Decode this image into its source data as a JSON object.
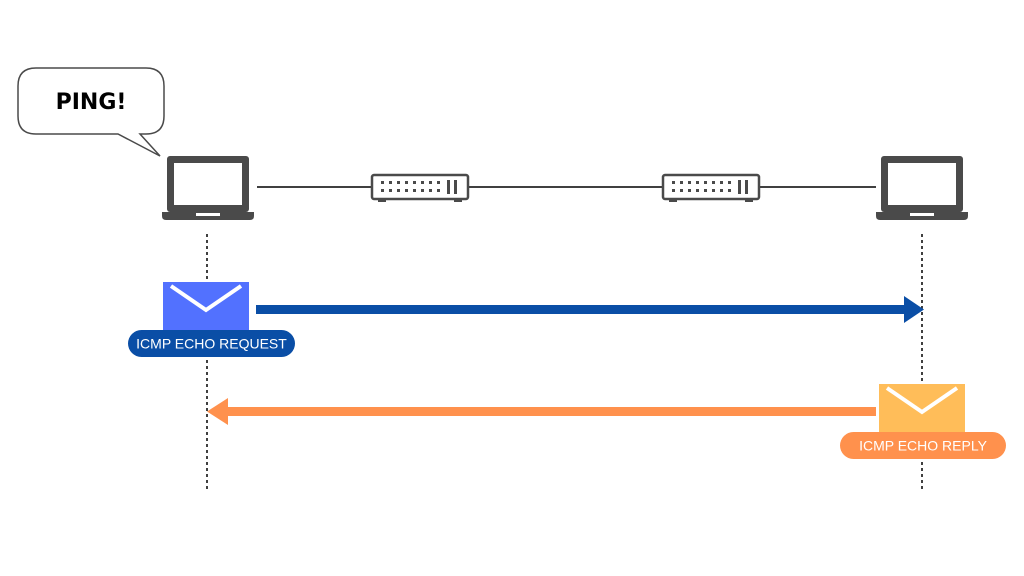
{
  "speech_bubble": {
    "text": "PING!"
  },
  "request": {
    "label": "ICMP ECHO REQUEST",
    "color": "#0a4ea6",
    "envelope_color": "#5271ff"
  },
  "reply": {
    "label": "ICMP ECHO REPLY",
    "color": "#ff914d",
    "envelope_color": "#ffbd59"
  },
  "icons": {
    "left_host": "laptop-icon",
    "right_host": "laptop-icon",
    "switches": [
      "network-switch-icon",
      "network-switch-icon"
    ],
    "message": "envelope-icon"
  },
  "colors": {
    "device": "#4a4a4a",
    "line": "#000000",
    "background": "#ffffff"
  }
}
